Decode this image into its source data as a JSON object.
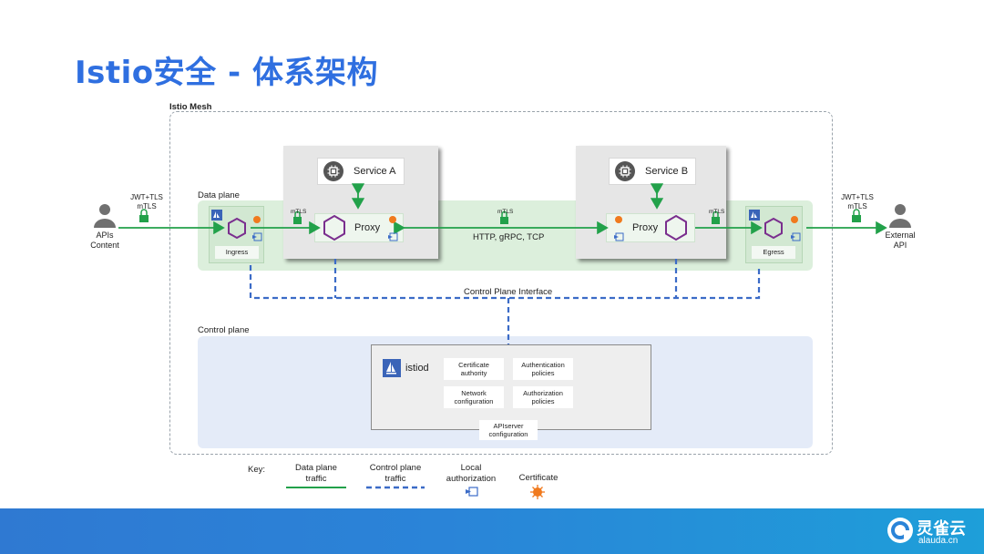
{
  "title": "Istio安全 - 体系架构",
  "mesh_label": "Istio Mesh",
  "data_plane_label": "Data plane",
  "control_plane_label": "Control plane",
  "control_plane_interface": "Control Plane Interface",
  "left_actor": {
    "label_line1": "APIs",
    "label_line2": "Content",
    "arrow_line1": "JWT+TLS",
    "arrow_line2": "mTLS"
  },
  "right_actor": {
    "label_line1": "External",
    "label_line2": "API",
    "arrow_line1": "JWT+TLS",
    "arrow_line2": "mTLS"
  },
  "ingress_label": "Ingress",
  "egress_label": "Egress",
  "service_a": "Service A",
  "service_b": "Service B",
  "proxy_label": "Proxy",
  "mtls": "mTLS",
  "protocols": "HTTP, gRPC, TCP",
  "istiod": {
    "name": "istiod",
    "items": [
      {
        "line1": "Certificate",
        "line2": "authority"
      },
      {
        "line1": "Authentication",
        "line2": "policies"
      },
      {
        "line1": "Network",
        "line2": "configuration"
      },
      {
        "line1": "Authorization",
        "line2": "policies"
      }
    ],
    "apiserver_line1": "APIserver",
    "apiserver_line2": "configuration"
  },
  "key": {
    "label": "Key:",
    "data_plane_line1": "Data plane",
    "data_plane_line2": "traffic",
    "control_plane_line1": "Control plane",
    "control_plane_line2": "traffic",
    "local_auth_line1": "Local",
    "local_auth_line2": "authorization",
    "certificate": "Certificate"
  },
  "brand": {
    "name": "灵雀云",
    "domain": "alauda.cn"
  },
  "colors": {
    "title": "#2f6fe0",
    "data_traffic": "#22a14a",
    "control_traffic": "#3b6bc7",
    "certificate": "#f07a1e",
    "hexagon": "#7a2e8e"
  }
}
